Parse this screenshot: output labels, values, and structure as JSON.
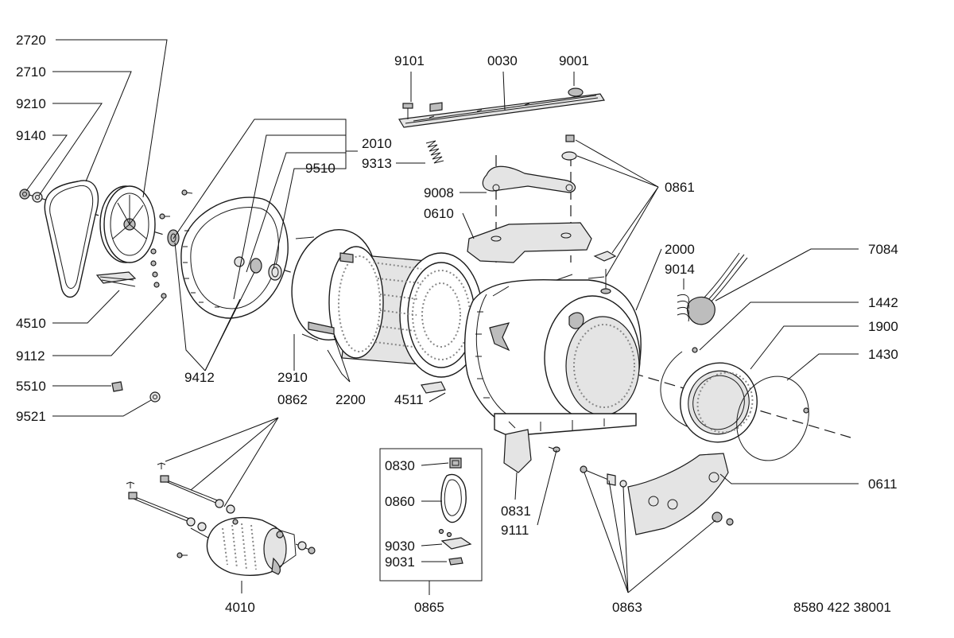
{
  "labels": {
    "l2720": "2720",
    "l2710": "2710",
    "l9210": "9210",
    "l9140": "9140",
    "l4510": "4510",
    "l9112": "9112",
    "l5510": "5510",
    "l9521": "9521",
    "l9412": "9412",
    "l2910": "2910",
    "l0862": "0862",
    "l2200": "2200",
    "l4511": "4511",
    "l2010": "2010",
    "l9510": "9510",
    "l9313": "9313",
    "l9101": "9101",
    "l0030": "0030",
    "l9001": "9001",
    "l9008": "9008",
    "l0610": "0610",
    "l0861": "0861",
    "l2000": "2000",
    "l9014": "9014",
    "l7084": "7084",
    "l1442": "1442",
    "l1900": "1900",
    "l1430": "1430",
    "l0830": "0830",
    "l0860": "0860",
    "l9030": "9030",
    "l9031": "9031",
    "l0865": "0865",
    "l0831": "0831",
    "l9111": "9111",
    "l0611": "0611",
    "l4010": "4010",
    "l0863": "0863"
  },
  "drawing_number": "8580 422 38001"
}
